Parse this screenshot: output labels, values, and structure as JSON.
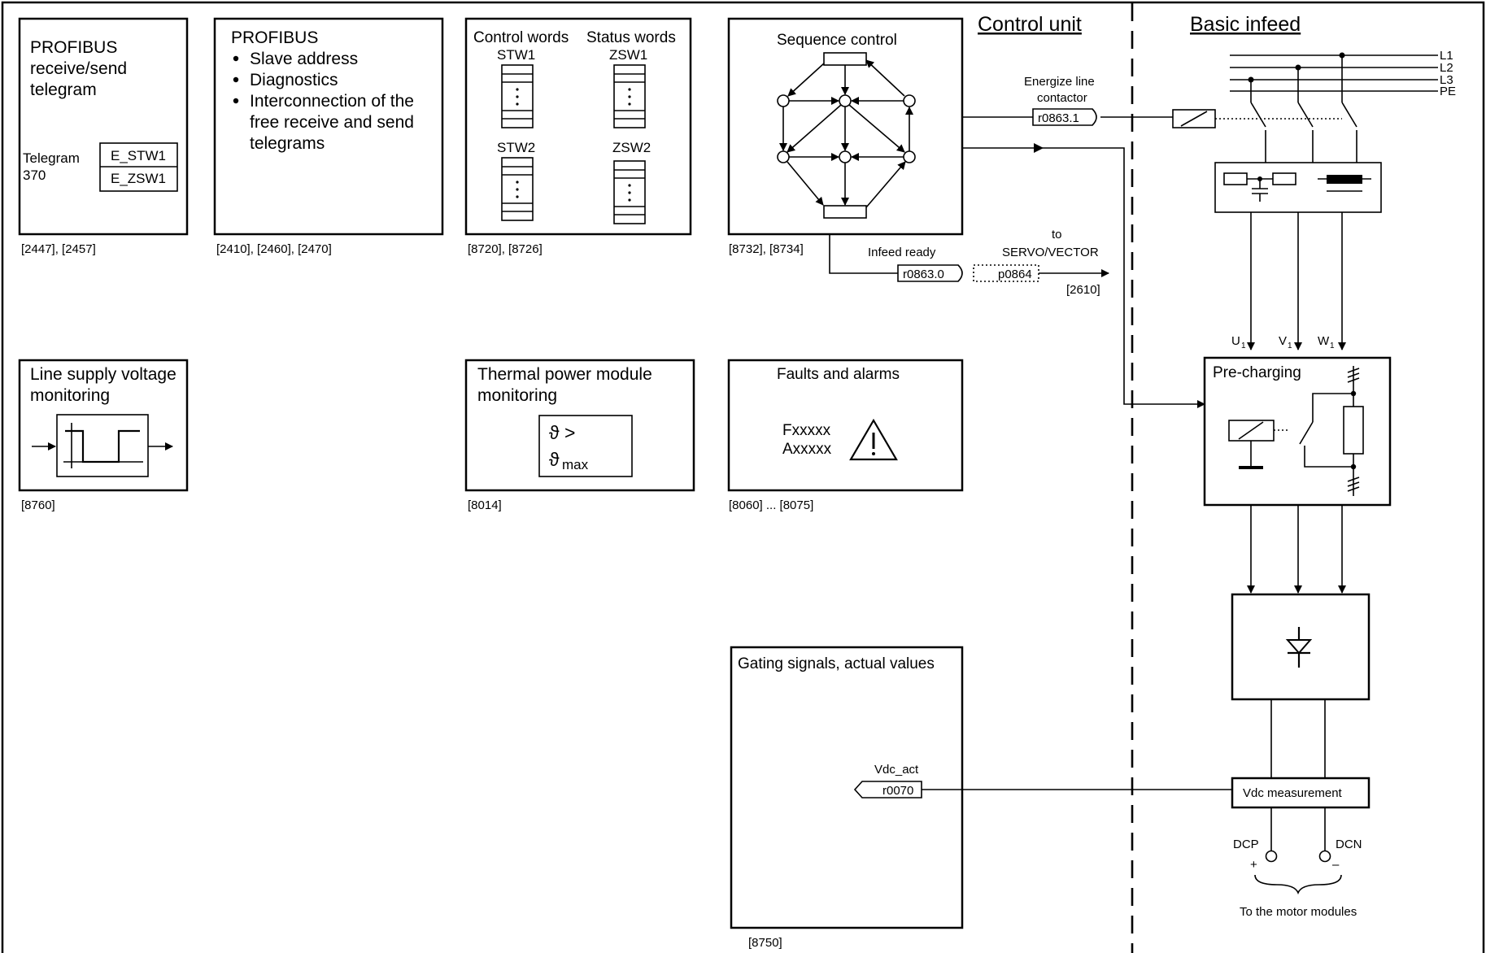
{
  "sections": {
    "control_unit": "Control unit",
    "basic_infeed": "Basic infeed"
  },
  "profibus_telegram": {
    "title_lines": [
      "PROFIBUS",
      "receive/send",
      "telegram"
    ],
    "telegram_label": "Telegram",
    "telegram_number": "370",
    "word_in": "E_STW1",
    "word_out": "E_ZSW1",
    "ref": "[2447], [2457]"
  },
  "profibus_functions": {
    "title": "PROFIBUS",
    "bullets": [
      "Slave address",
      "Diagnostics",
      "Interconnection of the",
      "free receive and send",
      "telegrams"
    ],
    "ref": "[2410], [2460], [2470]"
  },
  "words": {
    "control_title": "Control words",
    "status_title": "Status words",
    "stw1": "STW1",
    "zsw1": "ZSW1",
    "stw2": "STW2",
    "zsw2": "ZSW2",
    "ref": "[8720], [8726]"
  },
  "sequence_control": {
    "title": "Sequence control",
    "ref": "[8732], [8734]",
    "energize_line1": "Energize line",
    "energize_line2": "contactor",
    "energize_param": "r0863.1",
    "infeed_ready": "Infeed ready",
    "infeed_param": "r0863.0",
    "target_param": "p0864",
    "to_label": "to",
    "to_target": "SERVO/VECTOR",
    "target_ref": "[2610]"
  },
  "line_supply": {
    "title_lines": [
      "Line supply voltage",
      "monitoring"
    ],
    "ref": "[8760]"
  },
  "thermal": {
    "title_lines": [
      "Thermal power module",
      "monitoring"
    ],
    "symbol_top": "ϑ >",
    "symbol_bottom": "ϑ",
    "symbol_sub": "max",
    "ref": "[8014]"
  },
  "faults": {
    "title": "Faults and alarms",
    "fault_code": "Fxxxxx",
    "alarm_code": "Axxxxx",
    "ref": "[8060] ... [8075]"
  },
  "gating": {
    "title": "Gating signals, actual values",
    "signal": "Vdc_act",
    "param": "r0070",
    "ref": "[8750]"
  },
  "infeed": {
    "phases": [
      "L1",
      "L2",
      "L3",
      "PE"
    ],
    "u1": "U",
    "v1": "V",
    "w1": "W",
    "phase_sub": "1",
    "precharging": "Pre-charging",
    "vdc_measurement": "Vdc measurement",
    "dcp": "DCP",
    "dcn": "DCN",
    "plus": "+",
    "minus": "–",
    "to_motor_modules": "To the motor modules"
  }
}
